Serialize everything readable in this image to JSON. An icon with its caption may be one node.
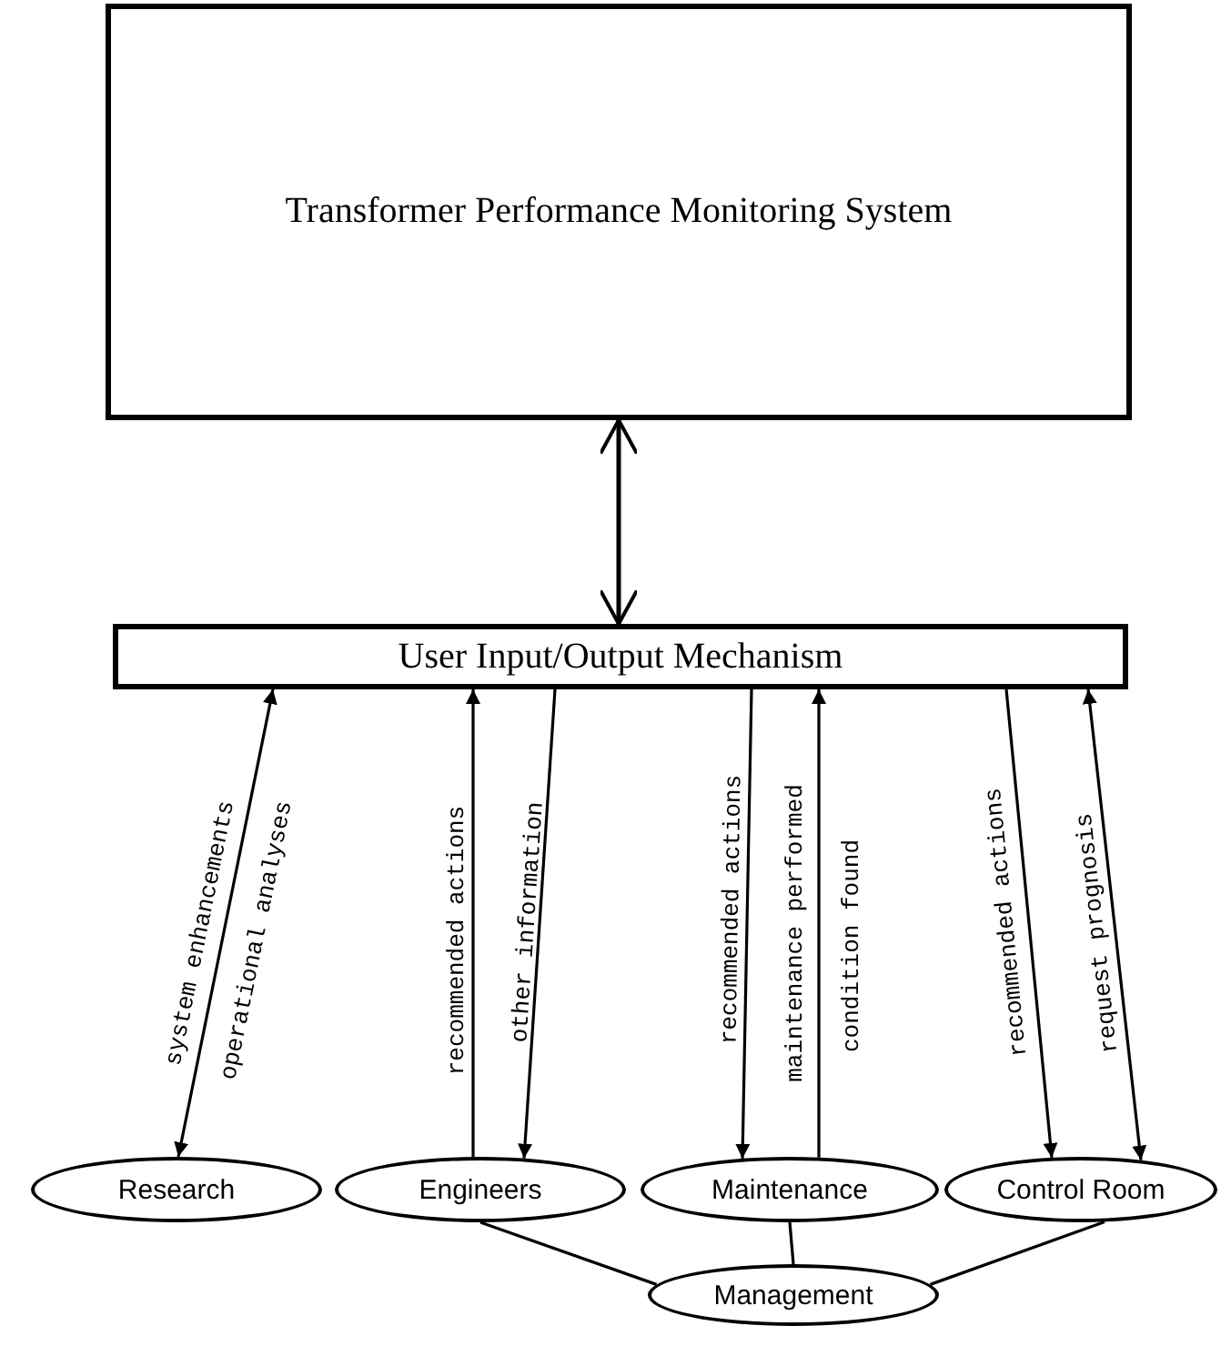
{
  "diagram": {
    "nodes": [
      {
        "text": [
          "Transformer Performance Monitoring System"
        ]
      },
      {
        "text": [
          "User Input/Output Mechanism"
        ]
      },
      {
        "text": [
          "Research"
        ]
      },
      {
        "text": [
          "Engineers"
        ]
      },
      {
        "text": [
          "Maintenance"
        ]
      },
      {
        "text": [
          "Control Room"
        ]
      },
      {
        "text": [
          "Management"
        ]
      }
    ],
    "edges": [
      {
        "from": 0,
        "to": 1,
        "arrow": "both"
      },
      {
        "from": 1,
        "to": 2,
        "arrow": "both",
        "label": "system enhancements"
      },
      {
        "from": 3,
        "to": 1,
        "arrow": "to",
        "label": "recommended actions"
      },
      {
        "from": 1,
        "to": 3,
        "arrow": "to",
        "label": "other information"
      },
      {
        "from": 1,
        "to": 4,
        "arrow": "to",
        "label": "recommended actions"
      },
      {
        "from": 4,
        "to": 1,
        "arrow": "to",
        "label": "maintenance performed"
      },
      {
        "from": 1,
        "to": 5,
        "arrow": "to",
        "label": "recommended actions"
      },
      {
        "from": 1,
        "to": 5,
        "arrow": "both",
        "label": "request prognosis"
      },
      {
        "from": 3,
        "to": 6,
        "arrow": "none"
      },
      {
        "from": 4,
        "to": 6,
        "arrow": "none"
      },
      {
        "from": 5,
        "to": 6,
        "arrow": "none"
      }
    ],
    "labels": [
      "operational analyses",
      "condition found"
    ]
  }
}
